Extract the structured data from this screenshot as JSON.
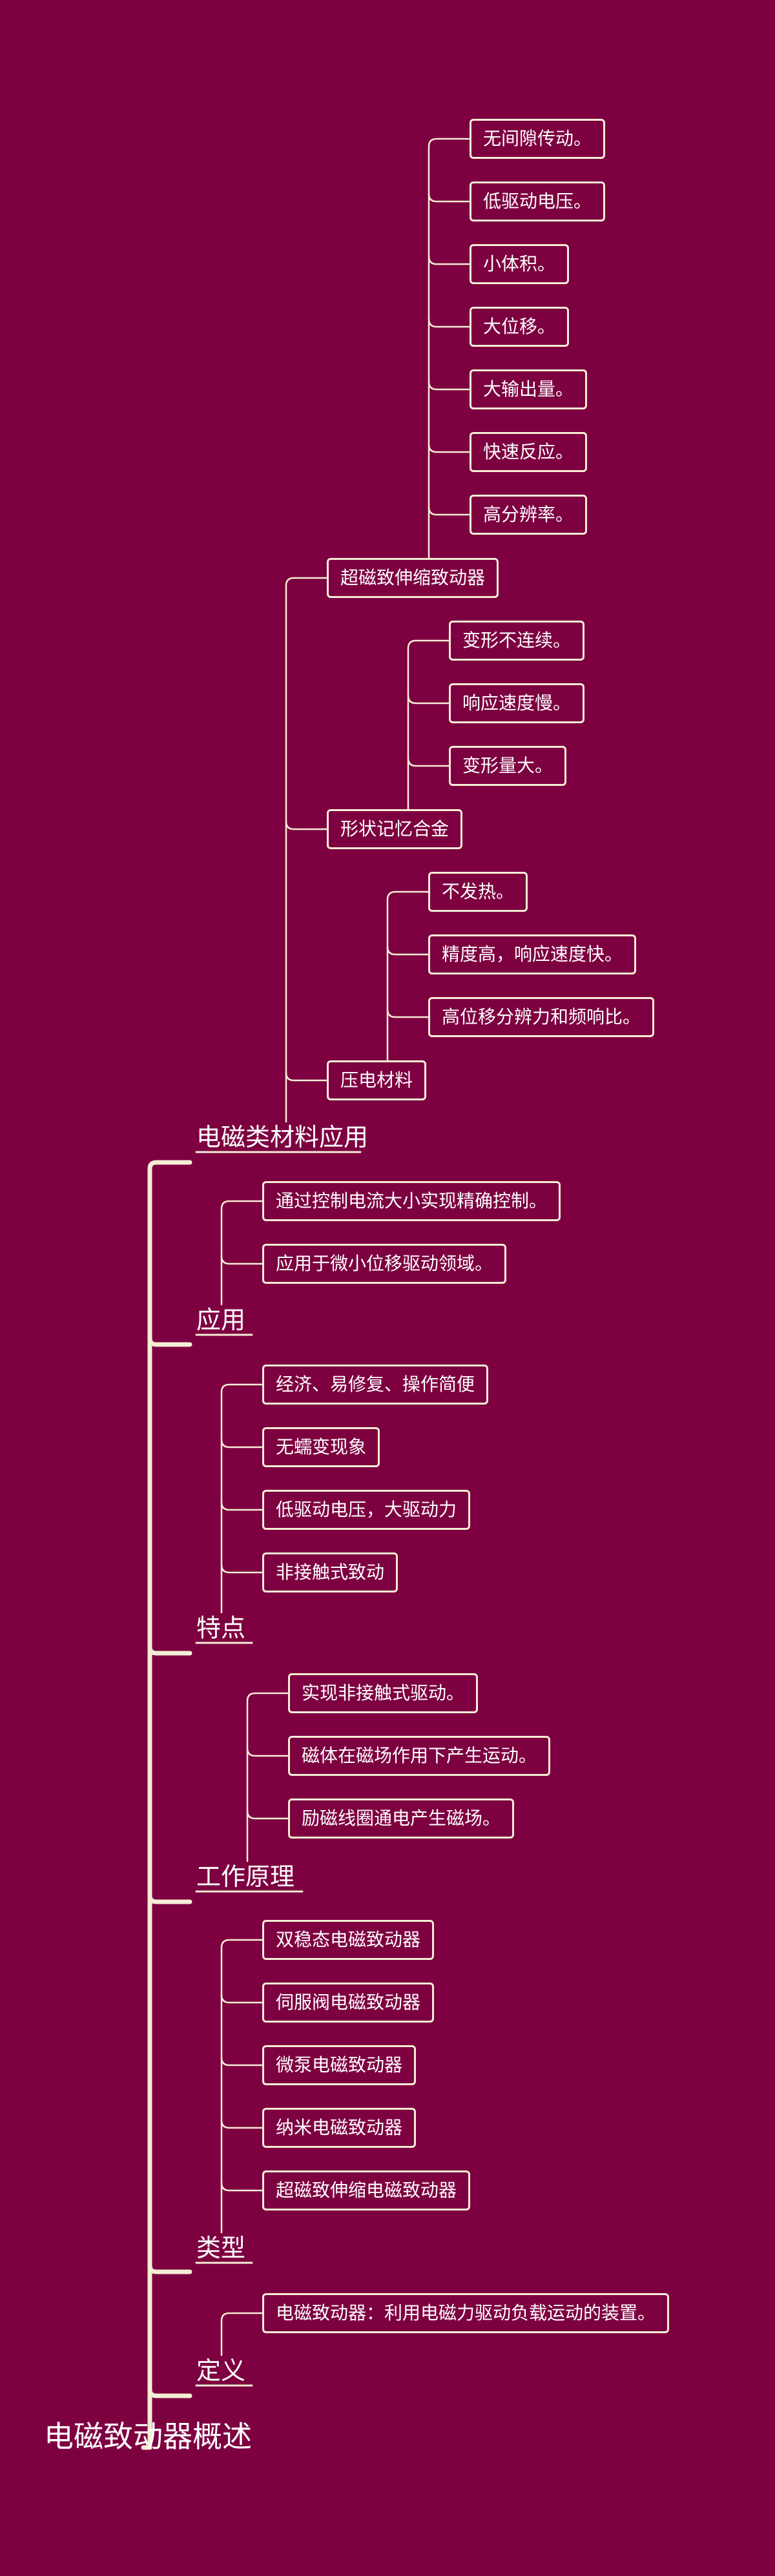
{
  "root": "电磁致动器概述",
  "branches": {
    "app_material": {
      "label": "电磁类材料应用",
      "giant": {
        "label": "超磁致伸缩致动器",
        "items": [
          "无间隙传动。",
          "低驱动电压。",
          "小体积。",
          "大位移。",
          "大输出量。",
          "快速反应。",
          "高分辨率。"
        ]
      },
      "sma": {
        "label": "形状记忆合金",
        "items": [
          "变形不连续。",
          "响应速度慢。",
          "变形量大。"
        ]
      },
      "piezo": {
        "label": "压电材料",
        "items": [
          "不发热。",
          "精度高，响应速度快。",
          "高位移分辨力和频响比。"
        ]
      }
    },
    "application": {
      "label": "应用",
      "items": [
        "通过控制电流大小实现精确控制。",
        "应用于微小位移驱动领域。"
      ]
    },
    "features": {
      "label": "特点",
      "items": [
        "经济、易修复、操作简便",
        "无蠕变现象",
        "低驱动电压，大驱动力",
        "非接触式致动"
      ]
    },
    "principle": {
      "label": "工作原理",
      "items": [
        "实现非接触式驱动。",
        "磁体在磁场作用下产生运动。",
        "励磁线圈通电产生磁场。"
      ]
    },
    "types": {
      "label": "类型",
      "items": [
        "双稳态电磁致动器",
        "伺服阀电磁致动器",
        "微泵电磁致动器",
        "纳米电磁致动器",
        "超磁致伸缩电磁致动器"
      ]
    },
    "definition": {
      "label": "定义",
      "items": [
        "电磁致动器：利用电磁力驱动负载运动的装置。"
      ]
    }
  },
  "colors": {
    "background": "#7d0040",
    "line": "#f5eed5",
    "text": "#ffffff"
  }
}
